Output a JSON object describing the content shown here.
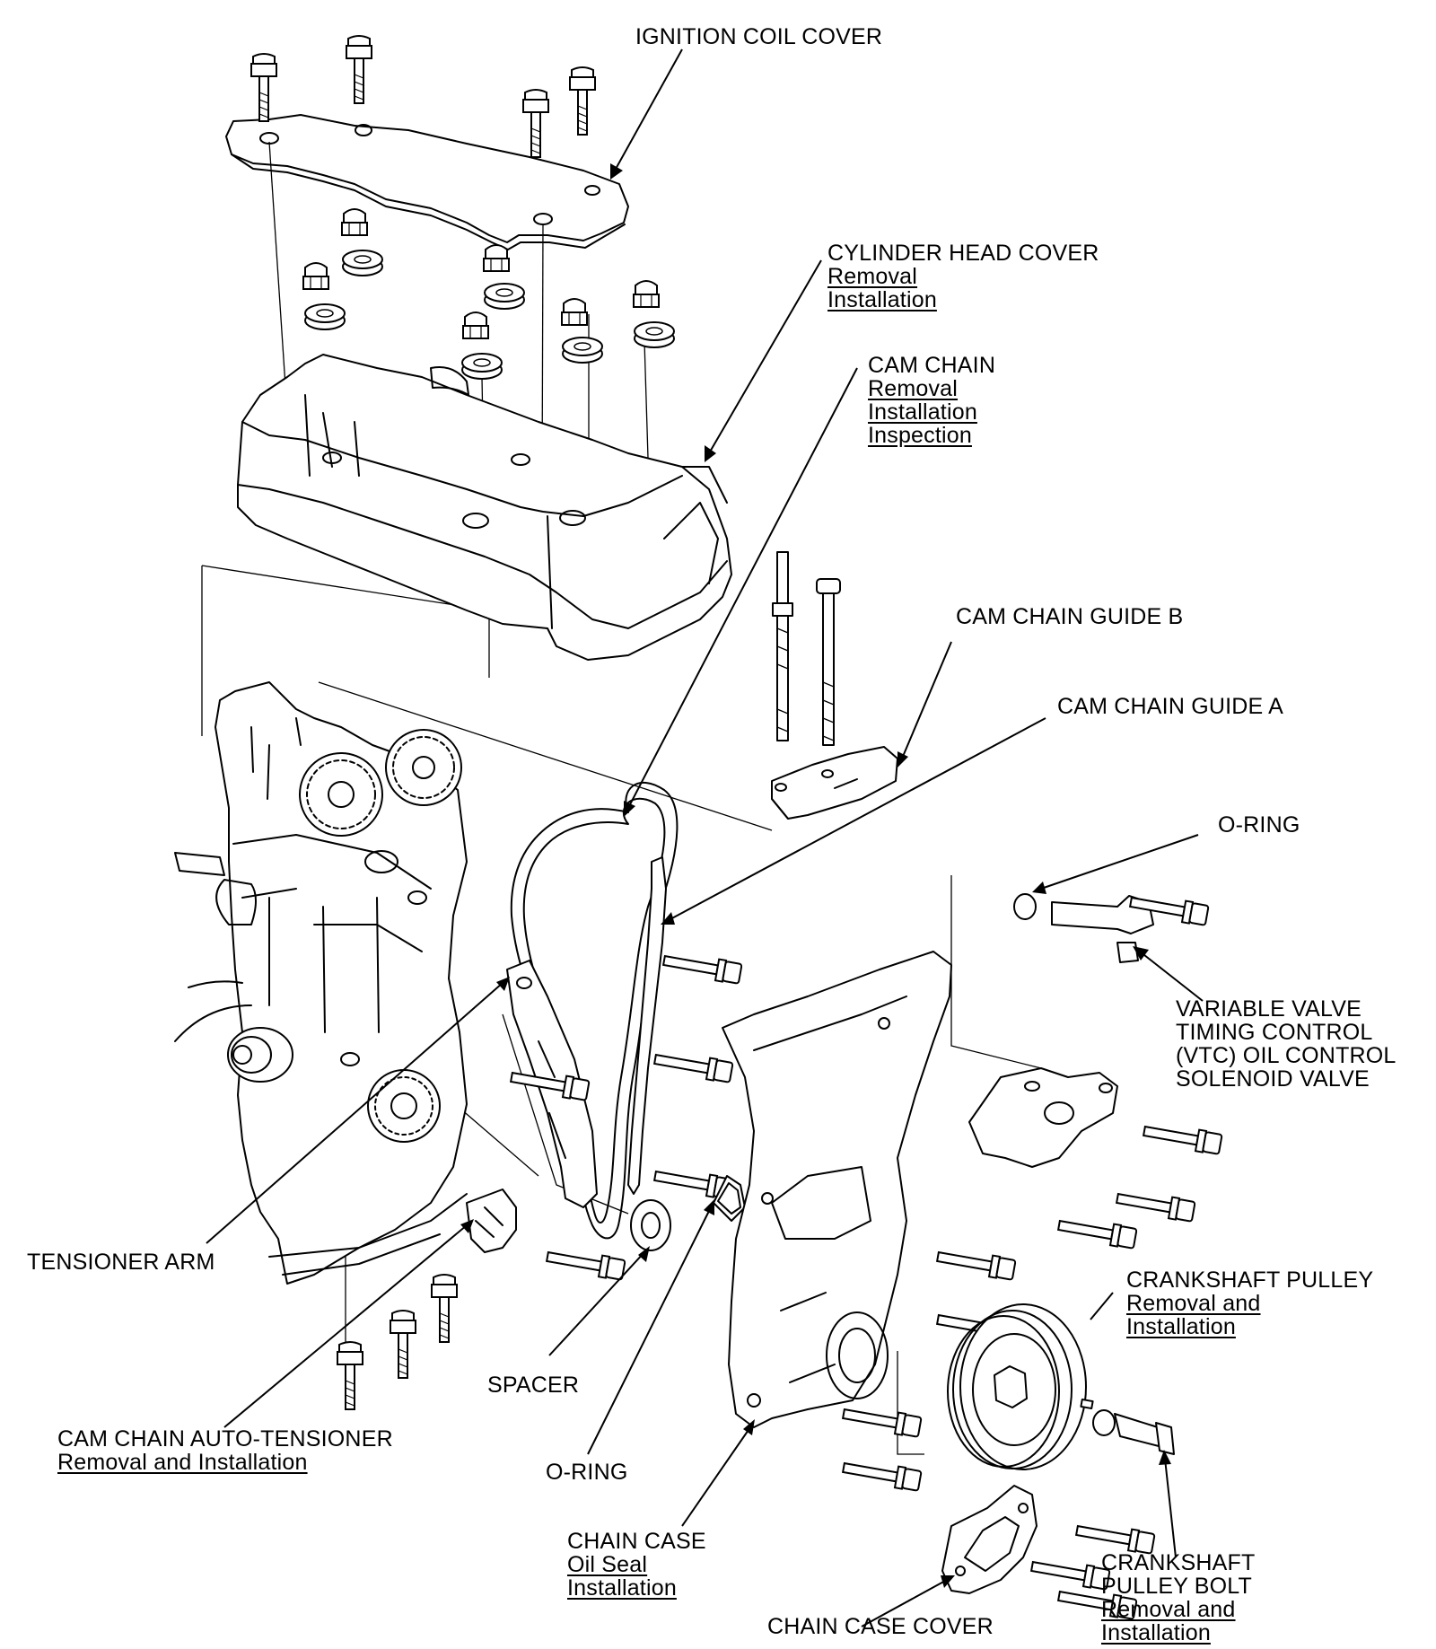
{
  "labels": {
    "ignition_coil_cover": [
      "IGNITION COIL COVER"
    ],
    "cylinder_head_cover": [
      "CYLINDER HEAD COVER"
    ],
    "cylinder_head_cover_links": [
      "Removal",
      "Installation"
    ],
    "cam_chain": [
      "CAM CHAIN"
    ],
    "cam_chain_links": [
      "Removal",
      "Installation",
      "Inspection"
    ],
    "cam_chain_guide_b": [
      "CAM CHAIN GUIDE B"
    ],
    "cam_chain_guide_a": [
      "CAM CHAIN GUIDE A"
    ],
    "o_ring_top": [
      "O-RING"
    ],
    "vtc_valve": [
      "VARIABLE VALVE",
      "TIMING CONTROL",
      "(VTC) OIL CONTROL",
      "SOLENOID VALVE"
    ],
    "crankshaft_pulley": [
      "CRANKSHAFT PULLEY"
    ],
    "crankshaft_pulley_links": [
      "Removal and",
      "Installation"
    ],
    "tensioner_arm": [
      "TENSIONER ARM"
    ],
    "spacer": [
      "SPACER"
    ],
    "cam_chain_auto_tensioner": [
      "CAM CHAIN AUTO-TENSIONER"
    ],
    "cam_chain_auto_tensioner_links": [
      "Removal and Installation"
    ],
    "o_ring_bottom": [
      "O-RING"
    ],
    "chain_case": [
      "CHAIN CASE"
    ],
    "chain_case_links": [
      "Oil Seal",
      "Installation"
    ],
    "crankshaft_pulley_bolt": [
      "CRANKSHAFT",
      "PULLEY BOLT"
    ],
    "crankshaft_pulley_bolt_links": [
      "Removal and",
      "Installation"
    ],
    "chain_case_cover": [
      "CHAIN CASE COVER"
    ]
  }
}
